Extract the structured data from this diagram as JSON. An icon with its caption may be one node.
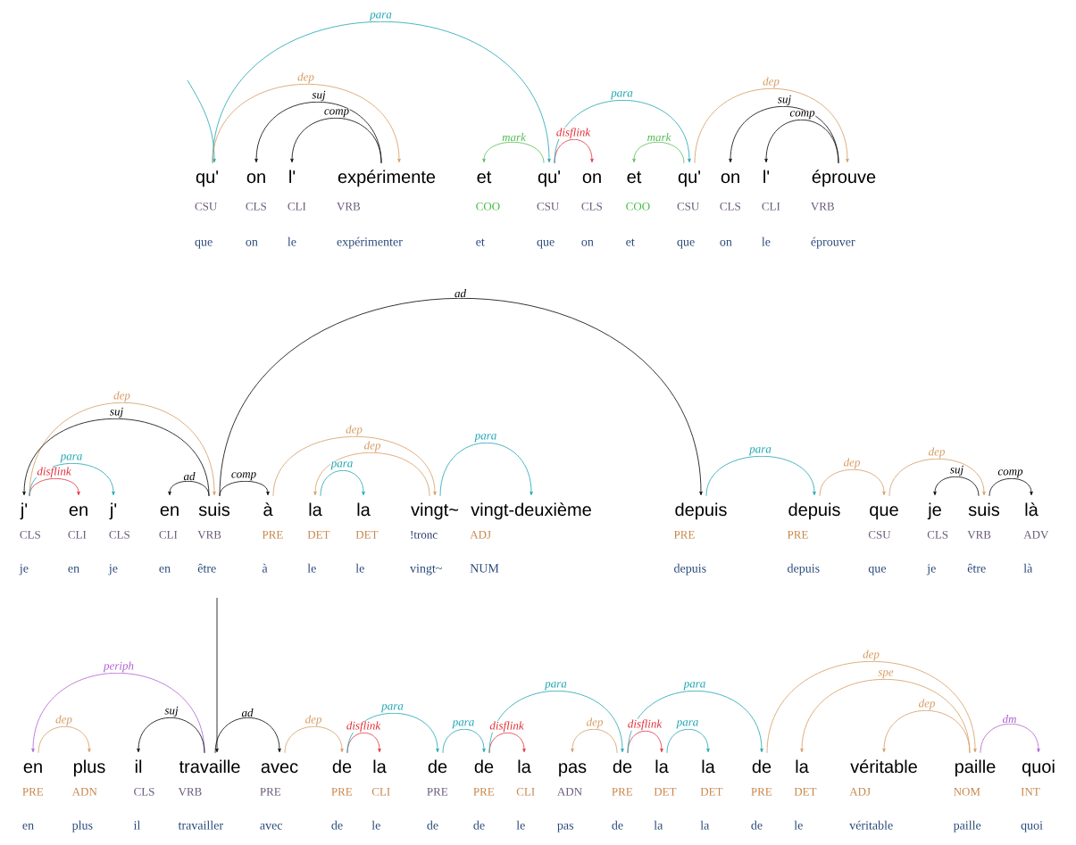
{
  "diagram": {
    "nodes": [
      {
        "text": [
          "qu'"
        ],
        "beside": [
          "CSU",
          "que"
        ]
      },
      {
        "text": [
          "on"
        ],
        "beside": [
          "CLS",
          "on"
        ]
      },
      {
        "text": [
          "l'"
        ],
        "beside": [
          "CLI",
          "le"
        ]
      },
      {
        "text": [
          "expérimente"
        ],
        "beside": [
          "VRB",
          "expérimenter"
        ]
      },
      {
        "text": [
          "et"
        ],
        "beside": [
          "COO",
          "et"
        ]
      },
      {
        "text": [
          "qu'"
        ],
        "beside": [
          "CSU",
          "que"
        ]
      },
      {
        "text": [
          "on"
        ],
        "beside": [
          "CLS",
          "on"
        ]
      },
      {
        "text": [
          "et"
        ],
        "beside": [
          "COO",
          "et"
        ]
      },
      {
        "text": [
          "qu'"
        ],
        "beside": [
          "CSU",
          "que"
        ]
      },
      {
        "text": [
          "on"
        ],
        "beside": [
          "CLS",
          "on"
        ]
      },
      {
        "text": [
          "l'"
        ],
        "beside": [
          "CLI",
          "le"
        ]
      },
      {
        "text": [
          "éprouve"
        ],
        "beside": [
          "VRB",
          "éprouver"
        ]
      },
      {
        "text": [
          "j'"
        ],
        "beside": [
          "CLS",
          "je"
        ]
      },
      {
        "text": [
          "en"
        ],
        "beside": [
          "CLI",
          "en"
        ]
      },
      {
        "text": [
          "j'"
        ],
        "beside": [
          "CLS",
          "je"
        ]
      },
      {
        "text": [
          "en"
        ],
        "beside": [
          "CLI",
          "en"
        ]
      },
      {
        "text": [
          "suis"
        ],
        "beside": [
          "VRB",
          "être"
        ]
      },
      {
        "text": [
          "à"
        ],
        "beside": [
          "PRE",
          "à"
        ]
      },
      {
        "text": [
          "la"
        ],
        "beside": [
          "DET",
          "le"
        ]
      },
      {
        "text": [
          "la"
        ],
        "beside": [
          "DET",
          "le"
        ]
      },
      {
        "text": [
          "vingt~"
        ],
        "beside": [
          "!tronc",
          "vingt~"
        ]
      },
      {
        "text": [
          "vingt-deuxième"
        ],
        "beside": [
          "ADJ",
          "NUM"
        ]
      },
      {
        "text": [
          "depuis"
        ],
        "beside": [
          "PRE",
          "depuis"
        ]
      },
      {
        "text": [
          "depuis"
        ],
        "beside": [
          "PRE",
          "depuis"
        ]
      },
      {
        "text": [
          "que"
        ],
        "beside": [
          "CSU",
          "que"
        ]
      },
      {
        "text": [
          "je"
        ],
        "beside": [
          "CLS",
          "je"
        ]
      },
      {
        "text": [
          "suis"
        ],
        "beside": [
          "VRB",
          "être"
        ]
      },
      {
        "text": [
          "là"
        ],
        "beside": [
          "ADV",
          "là"
        ]
      },
      {
        "text": [
          "en"
        ],
        "beside": [
          "PRE",
          "en"
        ]
      },
      {
        "text": [
          "plus"
        ],
        "beside": [
          "ADN",
          "plus"
        ]
      },
      {
        "text": [
          "il"
        ],
        "beside": [
          "CLS",
          "il"
        ]
      },
      {
        "text": [
          "travaille"
        ],
        "beside": [
          "VRB",
          "travailler"
        ]
      },
      {
        "text": [
          "avec"
        ],
        "beside": [
          "PRE",
          "avec"
        ]
      },
      {
        "text": [
          "de"
        ],
        "beside": [
          "PRE",
          "de"
        ]
      },
      {
        "text": [
          "la"
        ],
        "beside": [
          "CLI",
          "le"
        ]
      },
      {
        "text": [
          "de"
        ],
        "beside": [
          "PRE",
          "de"
        ]
      },
      {
        "text": [
          "de"
        ],
        "beside": [
          "PRE",
          "de"
        ]
      },
      {
        "text": [
          "la"
        ],
        "beside": [
          "CLI",
          "le"
        ]
      },
      {
        "text": [
          "pas"
        ],
        "beside": [
          "ADN",
          "pas"
        ]
      },
      {
        "text": [
          "de"
        ],
        "beside": [
          "PRE",
          "de"
        ]
      },
      {
        "text": [
          "la"
        ],
        "beside": [
          "DET",
          "la"
        ]
      },
      {
        "text": [
          "la"
        ],
        "beside": [
          "DET",
          "la"
        ]
      },
      {
        "text": [
          "de"
        ],
        "beside": [
          "PRE",
          "de"
        ]
      },
      {
        "text": [
          "la"
        ],
        "beside": [
          "DET",
          "le"
        ]
      },
      {
        "text": [
          "véritable"
        ],
        "beside": [
          "ADJ",
          "véritable"
        ]
      },
      {
        "text": [
          "paille"
        ],
        "beside": [
          "NOM",
          "paille"
        ]
      },
      {
        "text": [
          "quoi"
        ],
        "beside": [
          "INT",
          "quoi"
        ]
      }
    ],
    "edges": [
      {
        "from": null,
        "to": 0,
        "arrow": "to",
        "color": "#1aa5b0"
      },
      {
        "from": 0,
        "to": 5,
        "arrow": "to",
        "label": "para",
        "color": "#1aa5b0"
      },
      {
        "from": 0,
        "to": 3,
        "arrow": "to",
        "label": "dep",
        "color": "#d49a60"
      },
      {
        "from": 3,
        "to": 1,
        "arrow": "to",
        "label": "suj",
        "color": "#000000"
      },
      {
        "from": 3,
        "to": 2,
        "arrow": "to",
        "label": "comp",
        "color": "#000000"
      },
      {
        "from": 5,
        "to": 4,
        "arrow": "to",
        "label": "mark",
        "color": "#55bb55"
      },
      {
        "from": 5,
        "to": 6,
        "arrow": "to",
        "label": "disflink",
        "color": "#e0303a"
      },
      {
        "from": 5,
        "to": 8,
        "arrow": "to",
        "label": "para",
        "color": "#1aa5b0"
      },
      {
        "from": 8,
        "to": 7,
        "arrow": "to",
        "label": "mark",
        "color": "#55bb55"
      },
      {
        "from": 8,
        "to": 11,
        "arrow": "to",
        "label": "dep",
        "color": "#d49a60"
      },
      {
        "from": 11,
        "to": 9,
        "arrow": "to",
        "label": "suj",
        "color": "#000000"
      },
      {
        "from": 11,
        "to": 10,
        "arrow": "to",
        "label": "comp",
        "color": "#000000"
      },
      {
        "from": 12,
        "to": 16,
        "arrow": "to",
        "label": "dep",
        "color": "#d49a60"
      },
      {
        "from": 16,
        "to": 12,
        "arrow": "to",
        "label": "suj",
        "color": "#000000"
      },
      {
        "from": 12,
        "to": 13,
        "arrow": "to",
        "label": "disflink",
        "color": "#e0303a"
      },
      {
        "from": 12,
        "to": 14,
        "arrow": "to",
        "label": "para",
        "color": "#1aa5b0"
      },
      {
        "from": 16,
        "to": 15,
        "arrow": "to",
        "label": "ad",
        "color": "#000000"
      },
      {
        "from": 16,
        "to": 17,
        "arrow": "to",
        "label": "comp",
        "color": "#000000"
      },
      {
        "from": 16,
        "to": 22,
        "arrow": "to",
        "label": "ad",
        "color": "#000000"
      },
      {
        "from": 17,
        "to": 20,
        "arrow": "to",
        "label": "dep",
        "color": "#d49a60"
      },
      {
        "from": 20,
        "to": 18,
        "arrow": "to",
        "label": "dep",
        "color": "#d49a60"
      },
      {
        "from": 18,
        "to": 19,
        "arrow": "to",
        "label": "para",
        "color": "#1aa5b0"
      },
      {
        "from": 20,
        "to": 21,
        "arrow": "to",
        "label": "para",
        "color": "#1aa5b0"
      },
      {
        "from": 22,
        "to": 23,
        "arrow": "to",
        "label": "para",
        "color": "#1aa5b0"
      },
      {
        "from": 23,
        "to": 24,
        "arrow": "to",
        "label": "dep",
        "color": "#d49a60"
      },
      {
        "from": 24,
        "to": 26,
        "arrow": "to",
        "label": "dep",
        "color": "#d49a60"
      },
      {
        "from": 26,
        "to": 25,
        "arrow": "to",
        "label": "suj",
        "color": "#000000"
      },
      {
        "from": 26,
        "to": 27,
        "arrow": "to",
        "label": "comp",
        "color": "#000000"
      },
      {
        "from": null,
        "to": 31,
        "arrow": "to",
        "color": "#000000"
      },
      {
        "from": 31,
        "to": 28,
        "arrow": "to",
        "label": "periph",
        "color": "#b060d0"
      },
      {
        "from": 28,
        "to": 29,
        "arrow": "to",
        "label": "dep",
        "color": "#d49a60"
      },
      {
        "from": 31,
        "to": 30,
        "arrow": "to",
        "label": "suj",
        "color": "#000000"
      },
      {
        "from": 31,
        "to": 32,
        "arrow": "to",
        "label": "ad",
        "color": "#000000"
      },
      {
        "from": 32,
        "to": 33,
        "arrow": "to",
        "label": "dep",
        "color": "#d49a60"
      },
      {
        "from": 33,
        "to": 34,
        "arrow": "to",
        "label": "disflink",
        "color": "#e0303a"
      },
      {
        "from": 33,
        "to": 35,
        "arrow": "to",
        "label": "para",
        "color": "#1aa5b0"
      },
      {
        "from": 35,
        "to": 36,
        "arrow": "to",
        "label": "para",
        "color": "#1aa5b0"
      },
      {
        "from": 36,
        "to": 37,
        "arrow": "to",
        "label": "disflink",
        "color": "#e0303a"
      },
      {
        "from": 36,
        "to": 39,
        "arrow": "to",
        "label": "para",
        "color": "#1aa5b0"
      },
      {
        "from": 39,
        "to": 38,
        "arrow": "to",
        "label": "dep",
        "color": "#d49a60"
      },
      {
        "from": 39,
        "to": 40,
        "arrow": "to",
        "label": "disflink",
        "color": "#e0303a"
      },
      {
        "from": 39,
        "to": 42,
        "arrow": "to",
        "label": "para",
        "color": "#1aa5b0"
      },
      {
        "from": 40,
        "to": 41,
        "arrow": "to",
        "label": "para",
        "color": "#1aa5b0"
      },
      {
        "from": 42,
        "to": 45,
        "arrow": "to",
        "label": "dep",
        "color": "#d49a60"
      },
      {
        "from": 45,
        "to": 43,
        "arrow": "to",
        "label": "spe",
        "color": "#d49a60"
      },
      {
        "from": 45,
        "to": 44,
        "arrow": "to",
        "label": "dep",
        "color": "#d49a60"
      },
      {
        "from": 45,
        "to": 46,
        "arrow": "to",
        "label": "dm",
        "color": "#b060d0"
      }
    ]
  }
}
